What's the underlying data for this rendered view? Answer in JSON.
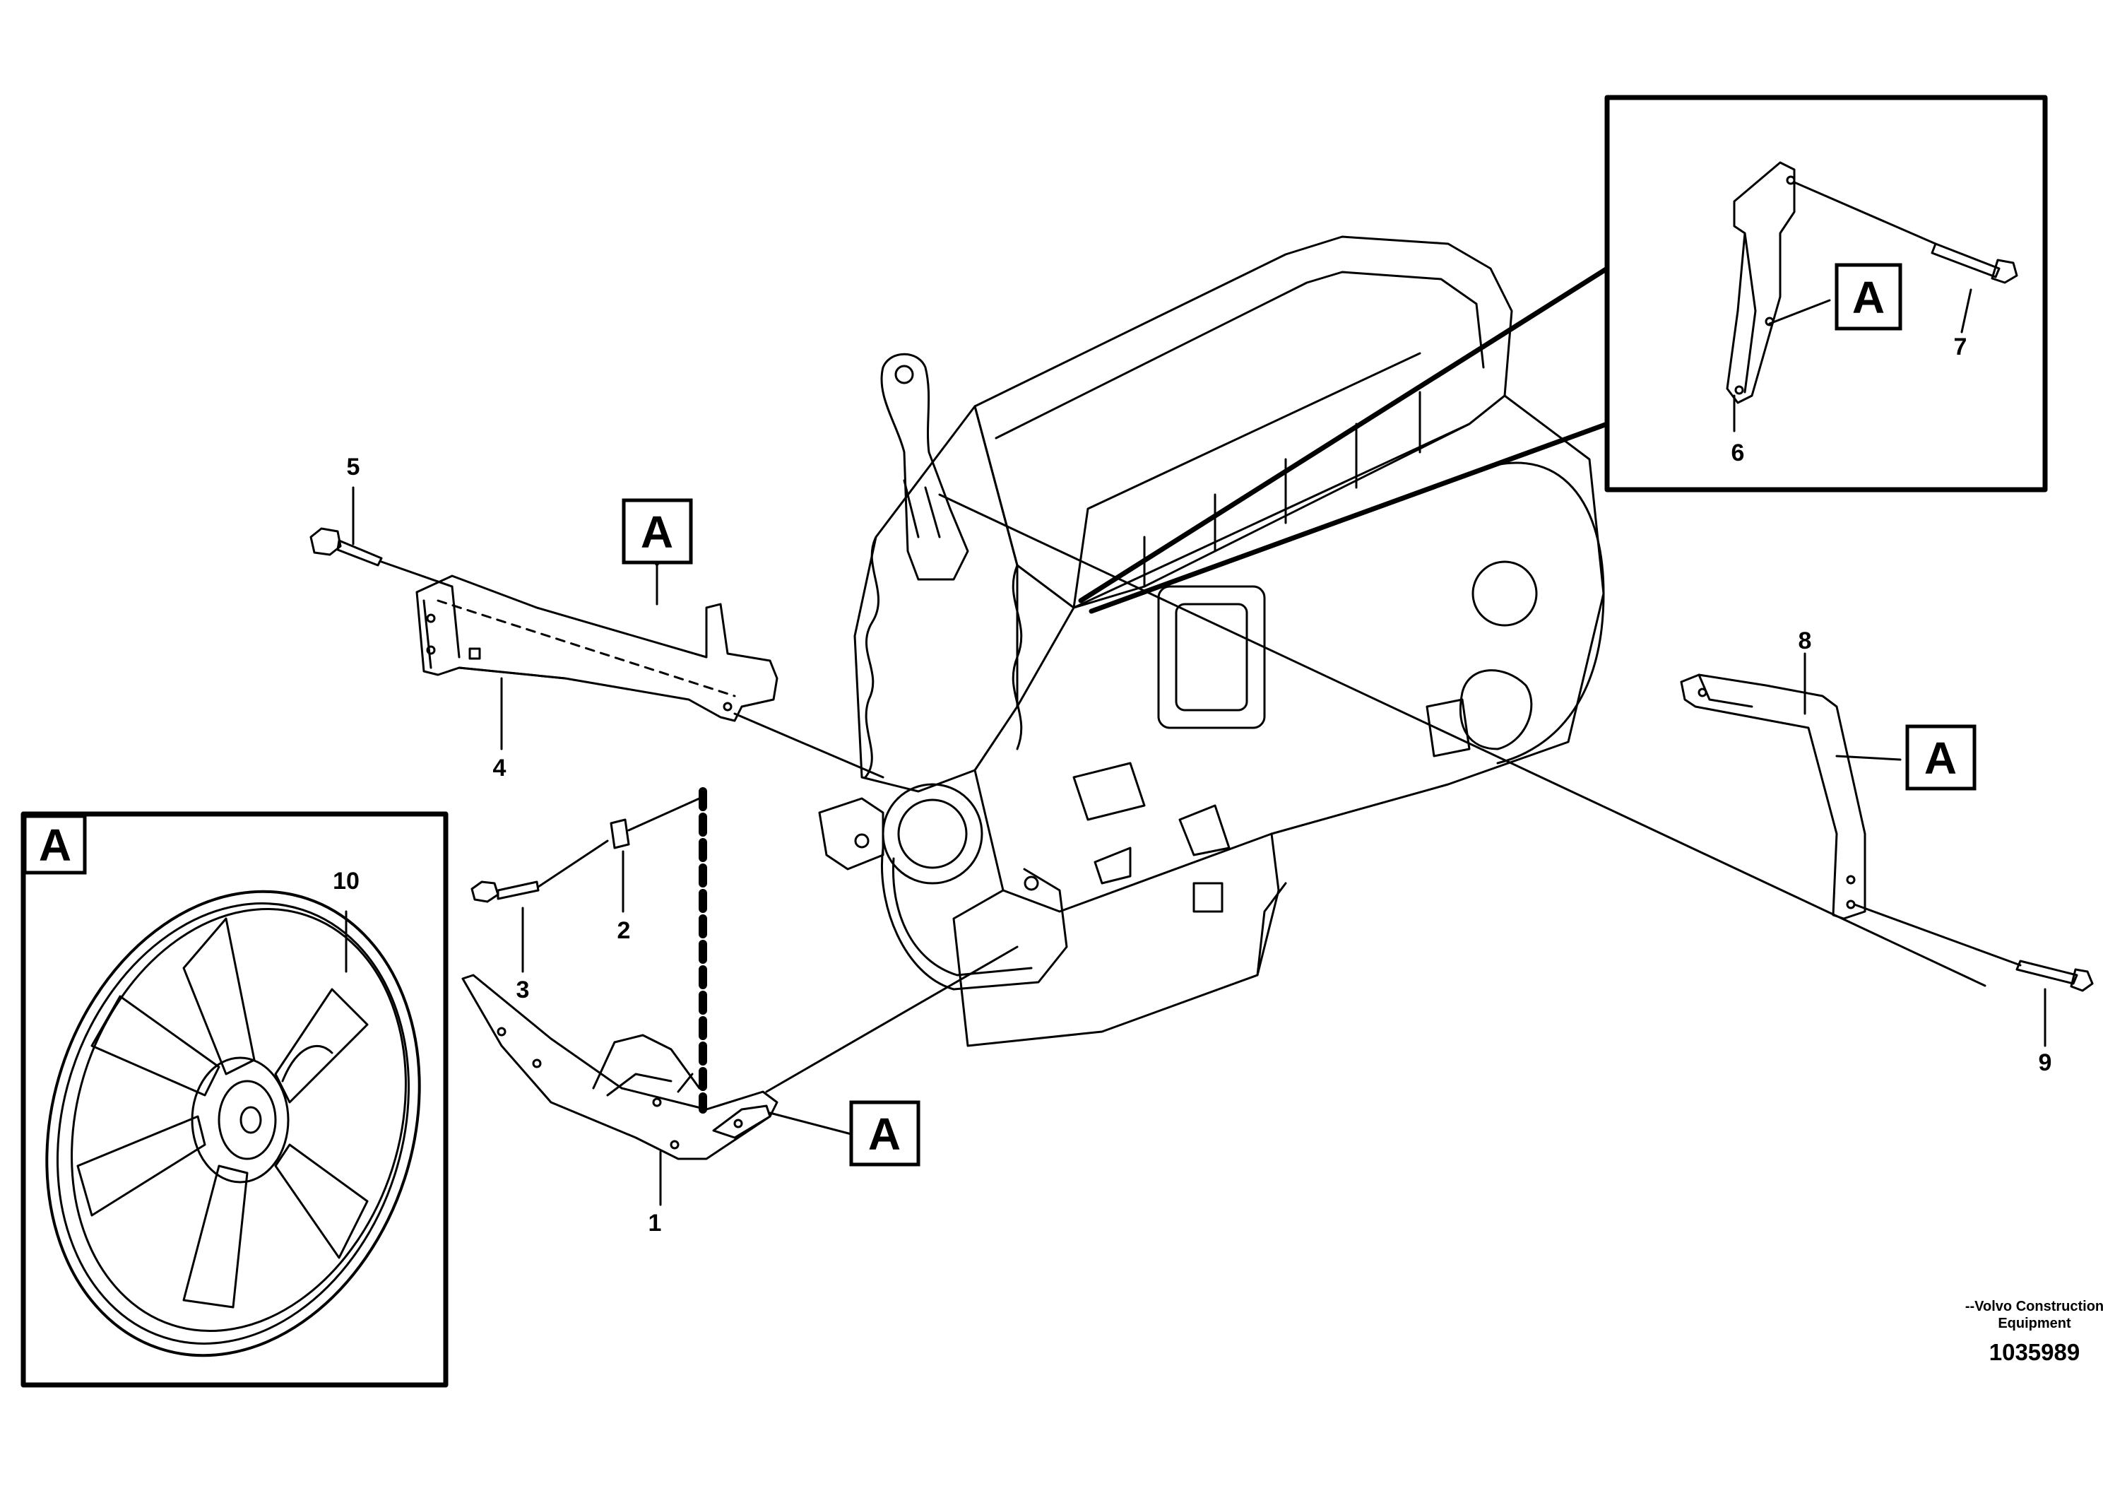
{
  "callouts": {
    "c1": "1",
    "c2": "2",
    "c3": "3",
    "c4": "4",
    "c5": "5",
    "c6": "6",
    "c7": "7",
    "c8": "8",
    "c9": "9",
    "c10": "10"
  },
  "view_tag": "A",
  "footer": {
    "credit_line1": "--Volvo Construction",
    "credit_line2": "Equipment",
    "doc_number": "1035989"
  },
  "colors": {
    "line": "#000000",
    "background": "#ffffff"
  }
}
